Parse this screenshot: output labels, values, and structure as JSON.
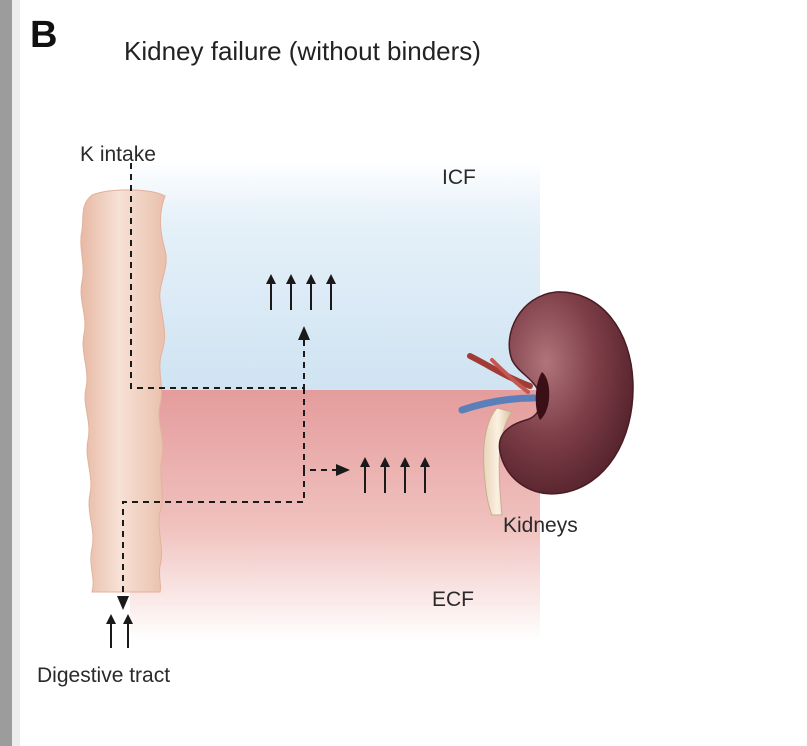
{
  "panel": {
    "letter": "B",
    "title": "Kidney failure (without binders)"
  },
  "labels": {
    "k_intake": "K intake",
    "icf": "ICF",
    "ecf": "ECF",
    "kidneys": "Kidneys",
    "digestive_tract": "Digestive tract"
  },
  "arrows": {
    "icf_up_count": 4,
    "ecf_up_count": 4,
    "digestive_up_count": 2
  },
  "colors": {
    "icf_fill": "#d7e9f6",
    "ecf_fill": "#e9a8a8",
    "gut_fill": "#f3d2c2",
    "kidney_fill": "#7a3a44",
    "arrow": "#1a1a1a"
  },
  "icons": {
    "kidney": "kidney-icon",
    "gut": "digestive-tract-icon"
  }
}
